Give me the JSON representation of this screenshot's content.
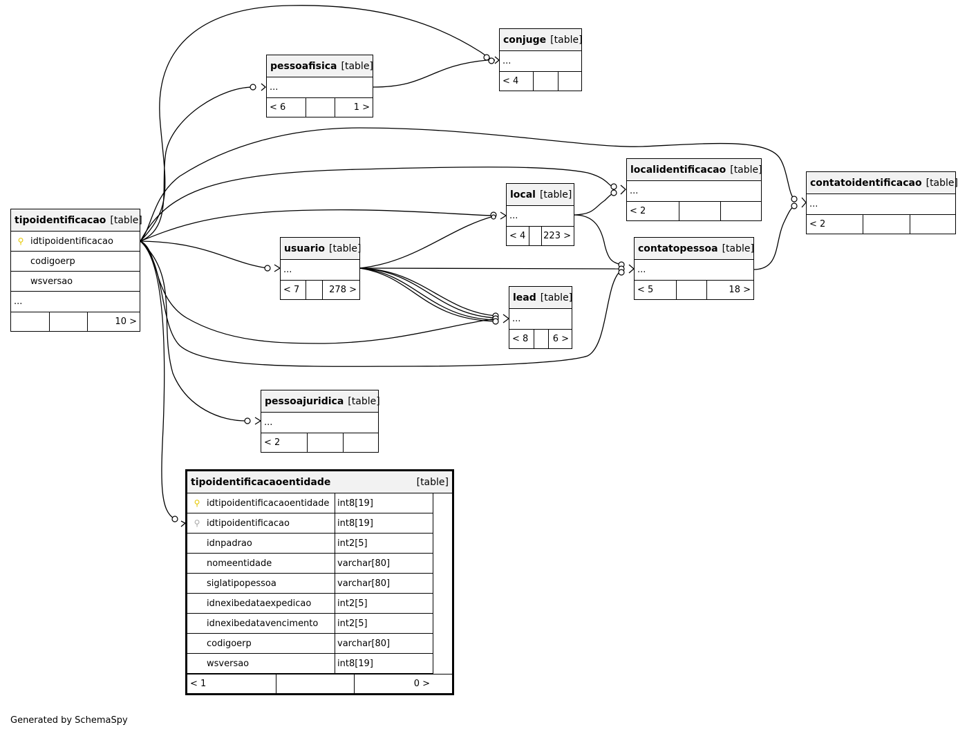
{
  "footer": "Generated by SchemaSpy",
  "tag": "[table]",
  "tables": {
    "tipoidentificacao": {
      "name": "tipoidentificacao",
      "columns": [
        "idtipoidentificacao",
        "codigoerp",
        "wsversao"
      ],
      "ellipsis": "...",
      "footer": [
        "",
        "",
        "10 >"
      ]
    },
    "pessoafisica": {
      "name": "pessoafisica",
      "ellipsis": "...",
      "footer": [
        "< 6",
        "",
        "1 >"
      ]
    },
    "conjuge": {
      "name": "conjuge",
      "ellipsis": "...",
      "footer": [
        "< 4",
        "",
        ""
      ]
    },
    "localidentificacao": {
      "name": "localidentificacao",
      "ellipsis": "...",
      "footer": [
        "< 2",
        "",
        ""
      ]
    },
    "contatoidentificacao": {
      "name": "contatoidentificacao",
      "ellipsis": "...",
      "footer": [
        "< 2",
        "",
        ""
      ]
    },
    "local": {
      "name": "local",
      "ellipsis": "...",
      "footer": [
        "< 4",
        "",
        "223 >"
      ]
    },
    "usuario": {
      "name": "usuario",
      "ellipsis": "...",
      "footer": [
        "< 7",
        "",
        "278 >"
      ]
    },
    "contatopessoa": {
      "name": "contatopessoa",
      "ellipsis": "...",
      "footer": [
        "< 5",
        "",
        "18 >"
      ]
    },
    "lead": {
      "name": "lead",
      "ellipsis": "...",
      "footer": [
        "< 8",
        "",
        "6 >"
      ]
    },
    "pessoajuridica": {
      "name": "pessoajuridica",
      "ellipsis": "...",
      "footer": [
        "< 2",
        "",
        ""
      ]
    },
    "tipoidentificacaoentidade": {
      "name": "tipoidentificacaoentidade",
      "columns": [
        {
          "name": "idtipoidentificacaoentidade",
          "type": "int8[19]",
          "key": "pk"
        },
        {
          "name": "idtipoidentificacao",
          "type": "int8[19]",
          "key": "fk"
        },
        {
          "name": "idnpadrao",
          "type": "int2[5]",
          "key": ""
        },
        {
          "name": "nomeentidade",
          "type": "varchar[80]",
          "key": ""
        },
        {
          "name": "siglatipopessoa",
          "type": "varchar[80]",
          "key": ""
        },
        {
          "name": "idnexibedataexpedicao",
          "type": "int2[5]",
          "key": ""
        },
        {
          "name": "idnexibedatavencimento",
          "type": "int2[5]",
          "key": ""
        },
        {
          "name": "codigoerp",
          "type": "varchar[80]",
          "key": ""
        },
        {
          "name": "wsversao",
          "type": "int8[19]",
          "key": ""
        }
      ],
      "footer": [
        "< 1",
        "",
        "0 >"
      ]
    }
  }
}
